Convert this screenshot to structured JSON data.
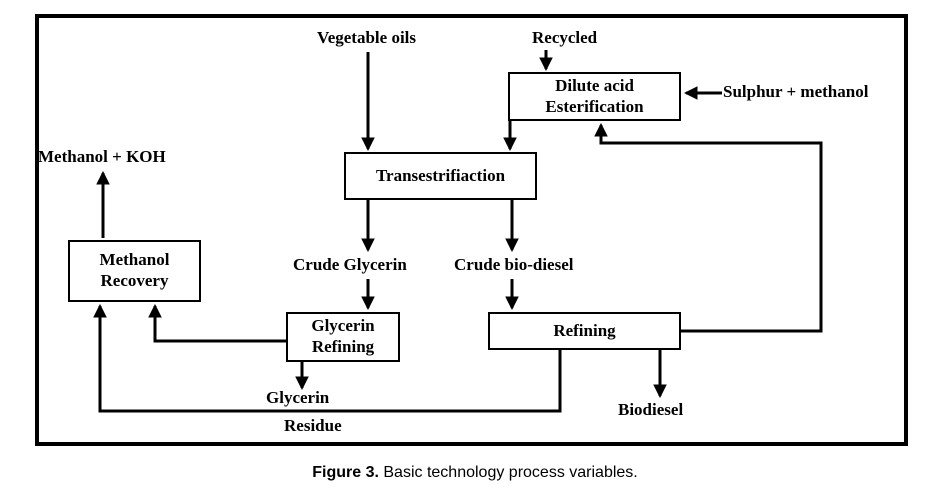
{
  "diagram": {
    "boxes": {
      "dilute_acid": "Dilute acid\nEsterification",
      "transesterification": "Transestrifiaction",
      "methanol_recovery": "Methanol\nRecovery",
      "glycerin_refining": "Glycerin\nRefining",
      "refining": "Refining"
    },
    "labels": {
      "vegetable_oils": "Vegetable oils",
      "recycled": "Recycled",
      "sulphur_methanol": "Sulphur + methanol",
      "methanol_koh": "Methanol + KOH",
      "crude_glycerin": "Crude Glycerin",
      "crude_biodiesel": "Crude bio-diesel",
      "glycerin": "Glycerin",
      "biodiesel": "Biodiesel",
      "residue": "Residue"
    }
  },
  "caption": {
    "label": "Figure 3.",
    "text": " Basic technology process variables."
  },
  "colors": {
    "ink": "#000000",
    "background": "#ffffff"
  }
}
